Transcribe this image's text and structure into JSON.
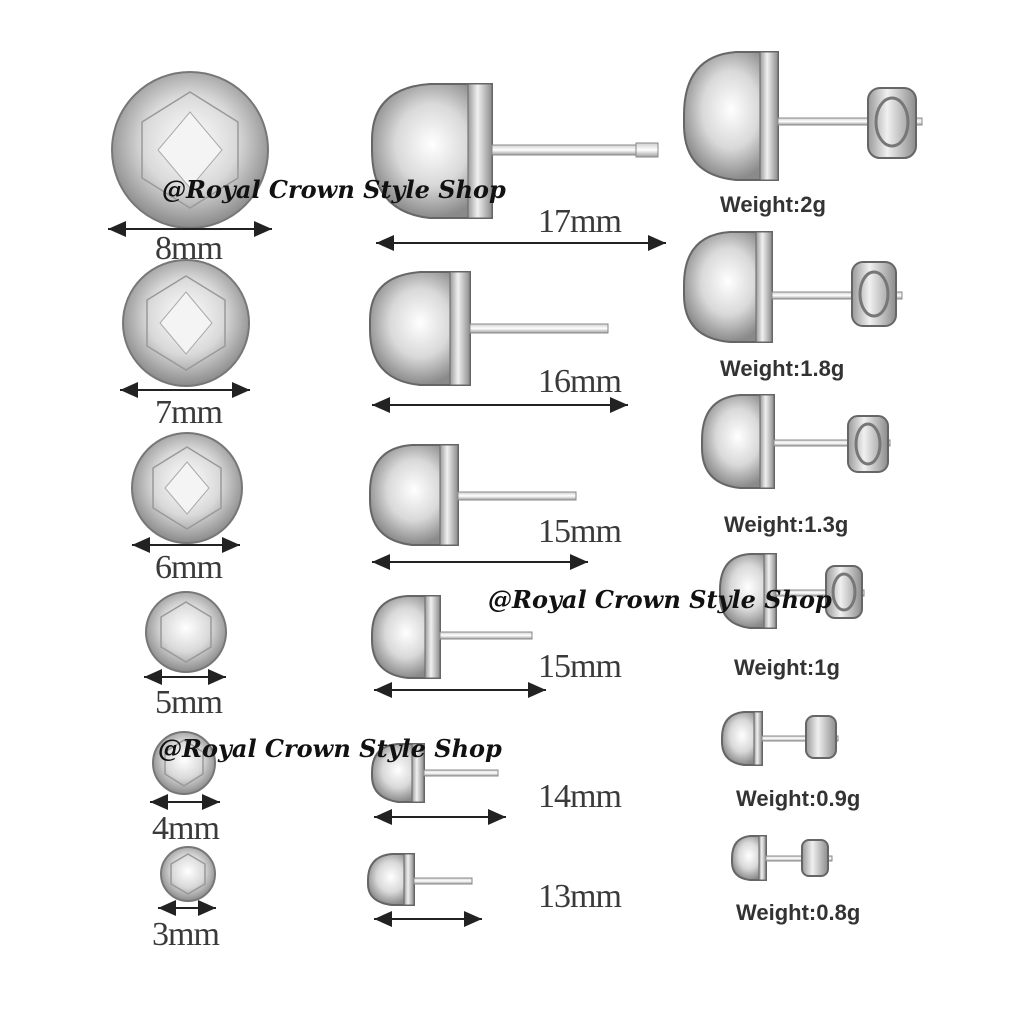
{
  "stone_diameters": [
    "8mm",
    "7mm",
    "6mm",
    "5mm",
    "4mm",
    "3mm"
  ],
  "post_lengths": [
    "17mm",
    "16mm",
    "15mm",
    "15mm",
    "14mm",
    "13mm"
  ],
  "weights": [
    "Weight:2g",
    "Weight:1.8g",
    "Weight:1.3g",
    "Weight:1g",
    "Weight:0.9g",
    "Weight:0.8g"
  ],
  "watermark": "@Royal Crown Style Shop",
  "icons": [
    "round-gem-icon",
    "stud-side-view-icon",
    "earring-back-icon",
    "double-arrow-icon"
  ]
}
